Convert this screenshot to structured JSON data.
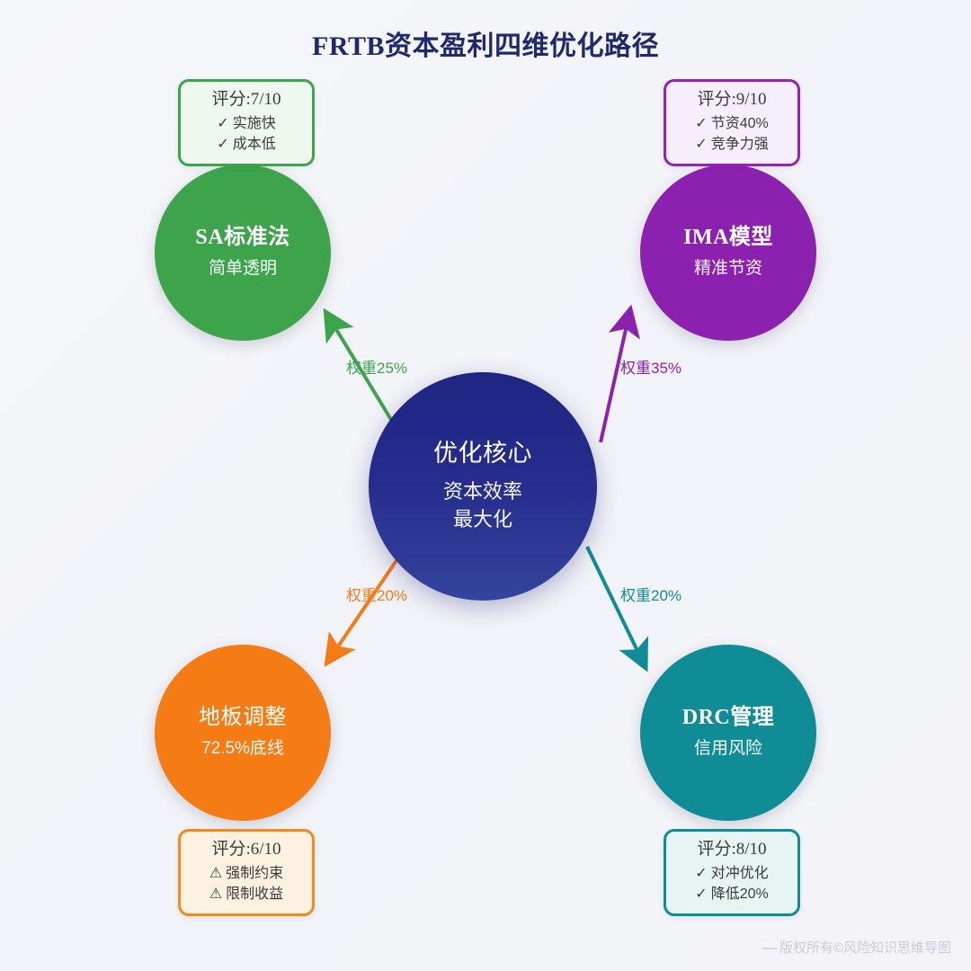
{
  "title": "FRTB资本盈利四维优化路径",
  "center": {
    "title": "优化核心",
    "sub_line1": "资本效率",
    "sub_line2": "最大化",
    "color": "#1f2582",
    "color_end": "#34449c"
  },
  "nodes": {
    "sa": {
      "title": "SA标准法",
      "sub": "简单透明",
      "color": "#3da44c",
      "weight_label": "权重25%",
      "card": {
        "score": "评分:7/10",
        "items": [
          {
            "mark": "✓",
            "text": "实施快"
          },
          {
            "mark": "✓",
            "text": "成本低"
          }
        ]
      }
    },
    "ima": {
      "title": "IMA模型",
      "sub": "精准节资",
      "color": "#8c21b0",
      "weight_label": "权重35%",
      "card": {
        "score": "评分:9/10",
        "items": [
          {
            "mark": "✓",
            "text": "节资40%"
          },
          {
            "mark": "✓",
            "text": "竞争力强"
          }
        ]
      }
    },
    "floor": {
      "title": "地板调整",
      "sub": "72.5%底线",
      "color": "#f57c15",
      "weight_label": "权重20%",
      "card": {
        "score": "评分:6/10",
        "items": [
          {
            "mark": "⚠",
            "text": "强制约束"
          },
          {
            "mark": "⚠",
            "text": "限制收益"
          }
        ]
      }
    },
    "drc": {
      "title": "DRC管理",
      "sub": "信用风险",
      "color": "#0f8c96",
      "weight_label": "权重20%",
      "card": {
        "score": "评分:8/10",
        "items": [
          {
            "mark": "✓",
            "text": "对冲优化"
          },
          {
            "mark": "✓",
            "text": "降低20%"
          }
        ]
      }
    }
  },
  "watermark": "版权所有©风险知识思维导图",
  "chart_data": {
    "type": "diagram",
    "title": "FRTB资本盈利四维优化路径",
    "center_node": "优化核心 / 资本效率最大化",
    "nodes": [
      {
        "name": "SA标准法",
        "subtitle": "简单透明",
        "weight": 25,
        "score": 7,
        "score_max": 10,
        "tags": [
          "实施快",
          "成本低"
        ],
        "tag_type": "positive",
        "color": "#3da44c",
        "position": "top-left"
      },
      {
        "name": "IMA模型",
        "subtitle": "精准节资",
        "weight": 35,
        "score": 9,
        "score_max": 10,
        "tags": [
          "节资40%",
          "竞争力强"
        ],
        "tag_type": "positive",
        "color": "#8c21b0",
        "position": "top-right"
      },
      {
        "name": "地板调整",
        "subtitle": "72.5%底线",
        "weight": 20,
        "score": 6,
        "score_max": 10,
        "tags": [
          "强制约束",
          "限制收益"
        ],
        "tag_type": "warning",
        "color": "#f57c15",
        "position": "bottom-left"
      },
      {
        "name": "DRC管理",
        "subtitle": "信用风险",
        "weight": 20,
        "score": 8,
        "score_max": 10,
        "tags": [
          "对冲优化",
          "降低20%"
        ],
        "tag_type": "positive",
        "color": "#0f8c96",
        "position": "bottom-right"
      }
    ],
    "edges": [
      {
        "from": "优化核心",
        "to": "SA标准法",
        "label": "权重25%",
        "value": 25
      },
      {
        "from": "优化核心",
        "to": "IMA模型",
        "label": "权重35%",
        "value": 35
      },
      {
        "from": "优化核心",
        "to": "地板调整",
        "label": "权重20%",
        "value": 20
      },
      {
        "from": "优化核心",
        "to": "DRC管理",
        "label": "权重20%",
        "value": 20
      }
    ]
  }
}
